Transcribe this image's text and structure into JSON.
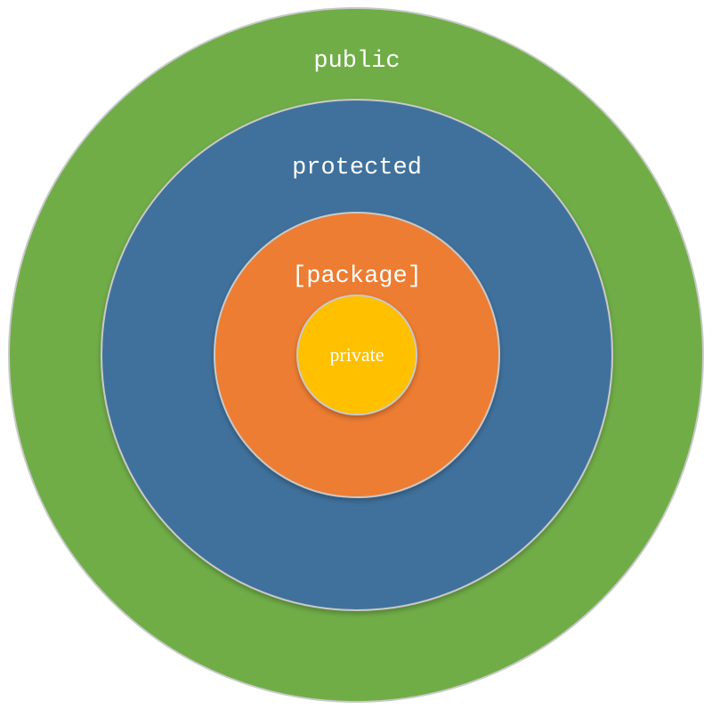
{
  "diagram": {
    "levels": [
      {
        "key": "public",
        "label": "public",
        "color": "#70AD47"
      },
      {
        "key": "protected",
        "label": "protected",
        "color": "#41719C"
      },
      {
        "key": "package",
        "label": "[package]",
        "color": "#ED7D31"
      },
      {
        "key": "private",
        "label": "private",
        "color": "#FFC000"
      }
    ],
    "ring_border_color": "#C9C9C9",
    "label_color": "#FFFFFF"
  }
}
